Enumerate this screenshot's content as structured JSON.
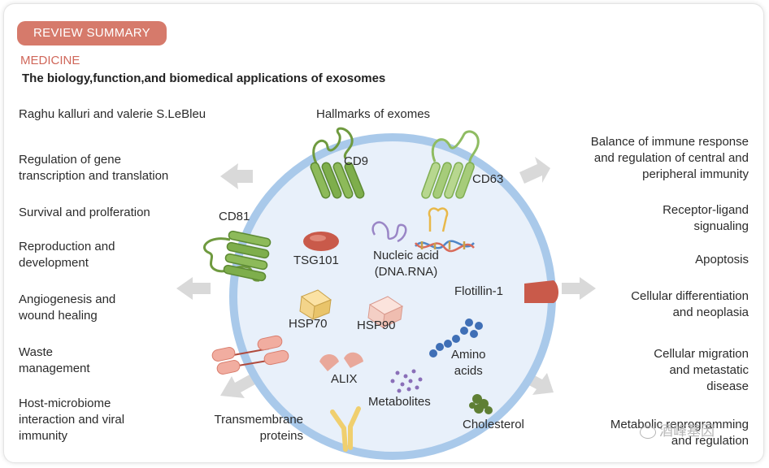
{
  "header": {
    "badge": "REVIEW SUMMARY",
    "section": "MEDICINE",
    "title": "The biology,function,and biomedical applications of exosomes",
    "authors": "Raghu kalluri and valerie S.LeBleu",
    "hallmarks": "Hallmarks of exomes"
  },
  "left_functions": [
    {
      "line1": "Regulation of gene",
      "line2": "transcription and translation"
    },
    {
      "line1": "Survival and prolferation",
      "line2": ""
    },
    {
      "line1": "Reproduction and",
      "line2": "development"
    },
    {
      "line1": "Angiogenesis and",
      "line2": "wound healing"
    },
    {
      "line1": "Waste",
      "line2": "management"
    },
    {
      "line1": "Host-microbiome",
      "line2": "interaction and viral",
      "line3": "immunity"
    }
  ],
  "right_functions": [
    {
      "line1": "Balance of immune response",
      "line2": "and regulation of central and",
      "line3": "peripheral immunity"
    },
    {
      "line1": "Receptor-ligand",
      "line2": "signualing"
    },
    {
      "line1": "Apoptosis",
      "line2": ""
    },
    {
      "line1": "Cellular differentiation",
      "line2": "and neoplasia"
    },
    {
      "line1": "Cellular migration",
      "line2": "and metastatic",
      "line3": "disease"
    },
    {
      "line1": "Metabolic reprogramming",
      "line2": "and regulation"
    }
  ],
  "markers": {
    "cd9": "CD9",
    "cd63": "CD63",
    "cd81": "CD81",
    "tsg101": "TSG101",
    "nucleic_l1": "Nucleic acid",
    "nucleic_l2": "(DNA.RNA)",
    "flotillin": "Flotillin-1",
    "hsp70": "HSP70",
    "hsp90": "HSP90",
    "amino_l1": "Amino",
    "amino_l2": "acids",
    "alix": "ALIX",
    "metabolites": "Metabolites",
    "cholesterol": "Cholesterol",
    "transmembrane_l1": "Transmembrane",
    "transmembrane_l2": "proteins"
  },
  "watermark": "酒峰基因",
  "colors": {
    "badge": "#d67a6b",
    "section": "#d0675a",
    "membrane": "#a9c9ea",
    "lumen": "#e7f0fa",
    "tetraspanin": "#6f9a3f",
    "arrow": "#d8d8d8",
    "protein_red": "#c95a4a",
    "hsp": "#f3d48a",
    "amino": "#3f6fb6",
    "metabolite": "#8a6fb8",
    "cholesterol": "#5f7f34",
    "salmon": "#e9a89a"
  }
}
